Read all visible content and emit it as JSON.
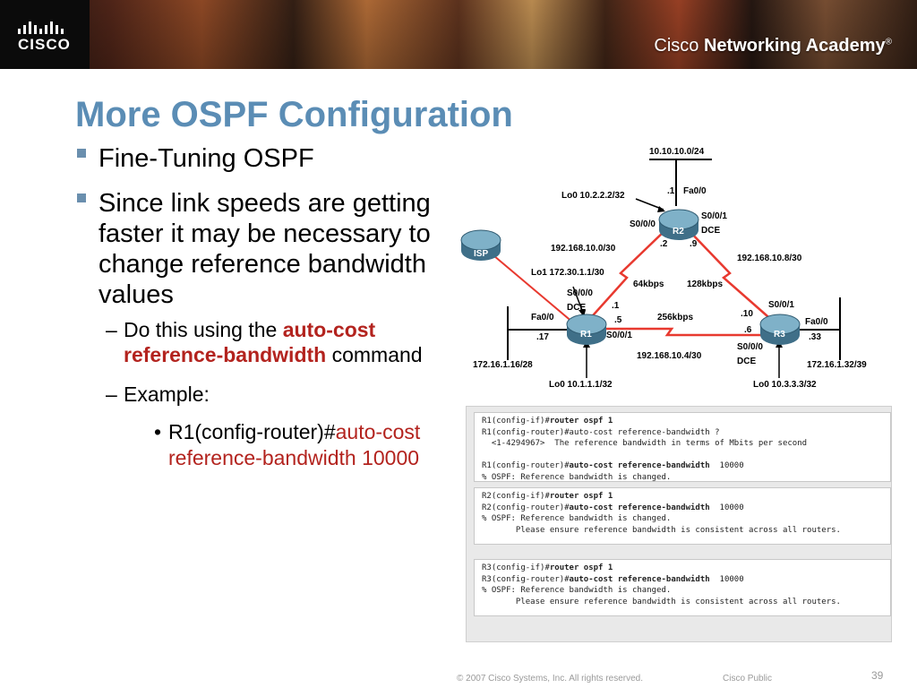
{
  "header": {
    "logo_text": "CISCO",
    "academy_prefix": "Cisco ",
    "academy_bold": "Networking Academy",
    "academy_mark": "®"
  },
  "slide": {
    "title": "More OSPF Configuration",
    "bullet1": "Fine-Tuning OSPF",
    "bullet2": "Since link speeds are getting faster it may be necessary to change reference bandwidth values",
    "sub1_prefix": "Do this using the ",
    "sub1_cmd": "auto-cost reference-bandwidth",
    "sub1_suffix": " command",
    "sub2": "Example:",
    "example_prefix": "R1(config-router)#",
    "example_cmd": "auto-cost reference-bandwidth 10000"
  },
  "topology": {
    "net_top": "10.10.10.0/24",
    "r2_lan_ip": ".1",
    "r2_fa": "Fa0/0",
    "r2_lo": "Lo0 10.2.2.2/32",
    "r2_s000": "S0/0/0",
    "r2_s001": "S0/0/1",
    "r2_dce": "DCE",
    "r2_name": "R2",
    "r2_ip_left": ".2",
    "r2_ip_right": ".9",
    "net_r1r2": "192.168.10.0/30",
    "net_r2r3": "192.168.10.8/30",
    "isp": "ISP",
    "r1_lo1": "Lo1 172.30.1.1/30",
    "bw_r1r2": "64kbps",
    "bw_r2r3": "128kbps",
    "r1_s000": "S0/0/0",
    "r1_dce": "DCE",
    "r1_ip_up": ".1",
    "r1_fa": "Fa0/0",
    "r1_ip_right": ".5",
    "r1_name": "R1",
    "r1_lan_ip": ".17",
    "r1_s001": "S0/0/1",
    "bw_r1r3": "256kbps",
    "r3_s001": "S0/0/1",
    "r3_ip_up": ".10",
    "r3_fa": "Fa0/0",
    "r3_ip_left": ".6",
    "r3_name": "R3",
    "r3_lan_ip": ".33",
    "r3_s000": "S0/0/0",
    "r3_dce": "DCE",
    "net_r1r3": "192.168.10.4/30",
    "net_r1_lan": "172.16.1.16/28",
    "net_r3_lan": "172.16.1.32/39",
    "r1_lo0": "Lo0 10.1.1.1/32",
    "r3_lo0": "Lo0 10.3.3.3/32"
  },
  "cli": {
    "b1_l1_prompt": "R1(config-if)#",
    "b1_l1_cmd": "router ospf 1",
    "b1_l2": "R1(config-router)#auto-cost reference-bandwidth ?",
    "b1_l3": "  <1-4294967>  The reference bandwidth in terms of Mbits per second",
    "b1_l4_prompt": "R1(config-router)#",
    "b1_l4_cmd": "auto-cost reference-bandwidth",
    "b1_l4_val": "  10000",
    "b1_l5": "% OSPF: Reference bandwidth is changed.",
    "b2_l1_prompt": "R2(config-if)#",
    "b2_l1_cmd": "router ospf 1",
    "b2_l2_prompt": "R2(config-router)#",
    "b2_l2_cmd": "auto-cost reference-bandwidth",
    "b2_l2_val": "  10000",
    "b2_l3": "% OSPF: Reference bandwidth is changed.",
    "b2_l4": "       Please ensure reference bandwidth is consistent across all routers.",
    "b3_l1_prompt": "R3(config-if)#",
    "b3_l1_cmd": "router ospf 1",
    "b3_l2_prompt": "R3(config-router)#",
    "b3_l2_cmd": "auto-cost reference-bandwidth",
    "b3_l2_val": "  10000",
    "b3_l3": "% OSPF: Reference bandwidth is changed.",
    "b3_l4": "       Please ensure reference bandwidth is consistent across all routers."
  },
  "footer": {
    "copyright": "© 2007 Cisco Systems, Inc. All rights reserved.",
    "classification": "Cisco Public",
    "page": "39"
  },
  "colors": {
    "title": "#5b8db5",
    "command_red": "#b3231e",
    "link_red": "#e8392f"
  }
}
